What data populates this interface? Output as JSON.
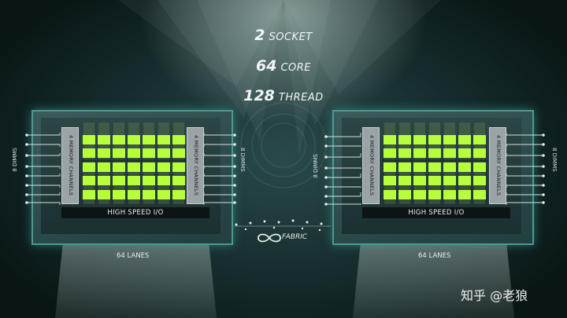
{
  "stats": [
    {
      "num": "2",
      "label": "SOCKET"
    },
    {
      "num": "64",
      "label": "CORE"
    },
    {
      "num": "128",
      "label": "THREAD"
    }
  ],
  "left_die": {
    "channels_top": "4 MEMORY CHANNELS",
    "channels_bottom": "4 MEMORY CHANNELS",
    "io": "HIGH SPEED I/O",
    "dimms_left": "8 DIMMS",
    "dimms_right": "8 DIMMS",
    "lanes": "64 LANES"
  },
  "right_die": {
    "channels_top": "4 MEMORY CHANNELS",
    "channels_bottom": "4 MEMORY CHANNELS",
    "io": "HIGH SPEED I/O",
    "dimms_left": "8 DIMMS",
    "dimms_right": "8 DIMMS",
    "lanes": "64 LANES"
  },
  "fabric": {
    "icon": "infinity-icon",
    "label": "FABRIC"
  },
  "watermark": "知乎 @老狼",
  "colors": {
    "core": "#b6ff3a",
    "glow": "#e8ff7a",
    "chip_border": "#4a9a92"
  }
}
